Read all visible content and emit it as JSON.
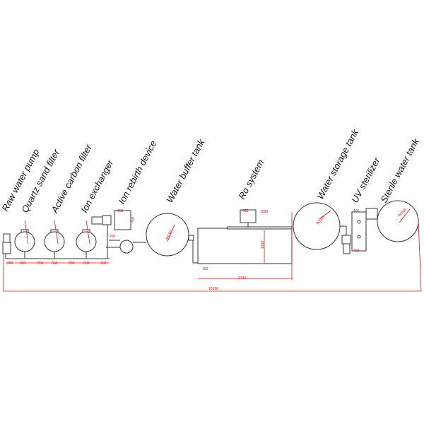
{
  "labels": {
    "raw_water_pump": "Raw water pump",
    "quartz_sand_filter": "Quartz sand filter",
    "active_carbon_filter": "Active carbon filter",
    "ion_exchanger": "Ion exchanger",
    "ion_rebirth_device": "Ion rebirth device",
    "water_buffer_tank": "Water buffer tank",
    "ro_system": "Ro system",
    "water_storage_tank": "Water storage tank",
    "uv_sterilizer": "UV sterilizer",
    "sterile_water_tank": "Sterile water tank"
  },
  "dimensions": {
    "d1": "200",
    "d2": "650",
    "d3": "250",
    "d4": "650",
    "d5": "250",
    "d6": "650",
    "d7": "260",
    "box_w": "450",
    "box_h": "450",
    "d_250": "250",
    "d_buffer": "Φ1200",
    "ro_length": "2740",
    "ro_box": "450",
    "ro_top": "1690",
    "ro_height": "1050",
    "ro_offset": "100",
    "storage": "Φ2000",
    "uv_w": "400",
    "uv_b": "400",
    "sterile": "Φ1500",
    "total": "10150"
  },
  "colors": {
    "line": "#333333",
    "dimension": "#e01010"
  }
}
